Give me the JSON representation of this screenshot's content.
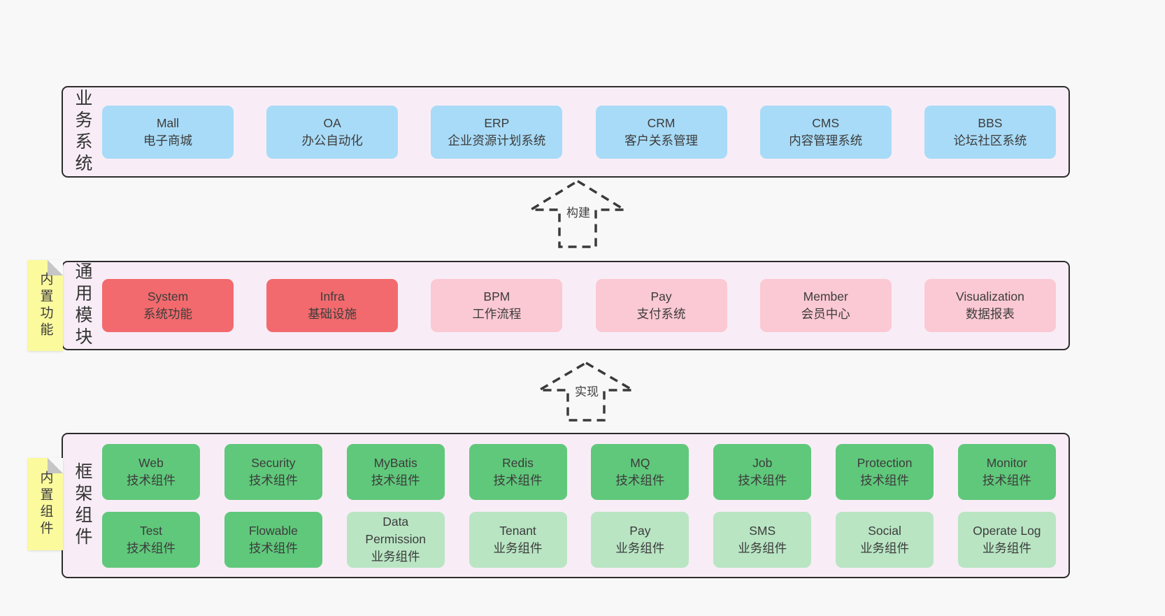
{
  "colors": {
    "page_bg": "#f8f8f8",
    "band_bg": "#f8edf6",
    "band_border": "#2d2d2d",
    "blue_box": "#a8dbf7",
    "red_box": "#f26a6d",
    "pink_box": "#fbc9d3",
    "green_box": "#60c87b",
    "light_green_box": "#b9e5c3",
    "sticky_yellow": "#fbfa9d",
    "text": "#3c3c3c"
  },
  "bands": {
    "business": {
      "label": "业务系统",
      "boxes": [
        {
          "title": "Mall",
          "subtitle": "电子商城",
          "type": "blue"
        },
        {
          "title": "OA",
          "subtitle": "办公自动化",
          "type": "blue"
        },
        {
          "title": "ERP",
          "subtitle": "企业资源计划系统",
          "type": "blue"
        },
        {
          "title": "CRM",
          "subtitle": "客户关系管理",
          "type": "blue"
        },
        {
          "title": "CMS",
          "subtitle": "内容管理系统",
          "type": "blue"
        },
        {
          "title": "BBS",
          "subtitle": "论坛社区系统",
          "type": "blue"
        }
      ]
    },
    "modules": {
      "label": "通用模块",
      "sticky": "内置功能",
      "boxes": [
        {
          "title": "System",
          "subtitle": "系统功能",
          "type": "red"
        },
        {
          "title": "Infra",
          "subtitle": "基础设施",
          "type": "red"
        },
        {
          "title": "BPM",
          "subtitle": "工作流程",
          "type": "pink"
        },
        {
          "title": "Pay",
          "subtitle": "支付系统",
          "type": "pink"
        },
        {
          "title": "Member",
          "subtitle": "会员中心",
          "type": "pink"
        },
        {
          "title": "Visualization",
          "subtitle": "数据报表",
          "type": "pink"
        }
      ]
    },
    "components": {
      "label": "框架组件",
      "sticky": "内置组件",
      "rows": [
        [
          {
            "title": "Web",
            "subtitle": "技术组件",
            "type": "green"
          },
          {
            "title": "Security",
            "subtitle": "技术组件",
            "type": "green"
          },
          {
            "title": "MyBatis",
            "subtitle": "技术组件",
            "type": "green"
          },
          {
            "title": "Redis",
            "subtitle": "技术组件",
            "type": "green"
          },
          {
            "title": "MQ",
            "subtitle": "技术组件",
            "type": "green"
          },
          {
            "title": "Job",
            "subtitle": "技术组件",
            "type": "green"
          },
          {
            "title": "Protection",
            "subtitle": "技术组件",
            "type": "green"
          },
          {
            "title": "Monitor",
            "subtitle": "技术组件",
            "type": "green"
          }
        ],
        [
          {
            "title": "Test",
            "subtitle": "技术组件",
            "type": "green"
          },
          {
            "title": "Flowable",
            "subtitle": "技术组件",
            "type": "green"
          },
          {
            "title": "Data\nPermission",
            "subtitle": "业务组件",
            "type": "lgreen"
          },
          {
            "title": "Tenant",
            "subtitle": "业务组件",
            "type": "lgreen"
          },
          {
            "title": "Pay",
            "subtitle": "业务组件",
            "type": "lgreen"
          },
          {
            "title": "SMS",
            "subtitle": "业务组件",
            "type": "lgreen"
          },
          {
            "title": "Social",
            "subtitle": "业务组件",
            "type": "lgreen"
          },
          {
            "title": "Operate Log",
            "subtitle": "业务组件",
            "type": "lgreen"
          }
        ]
      ]
    }
  },
  "arrows": [
    {
      "label": "构建"
    },
    {
      "label": "实现"
    }
  ]
}
